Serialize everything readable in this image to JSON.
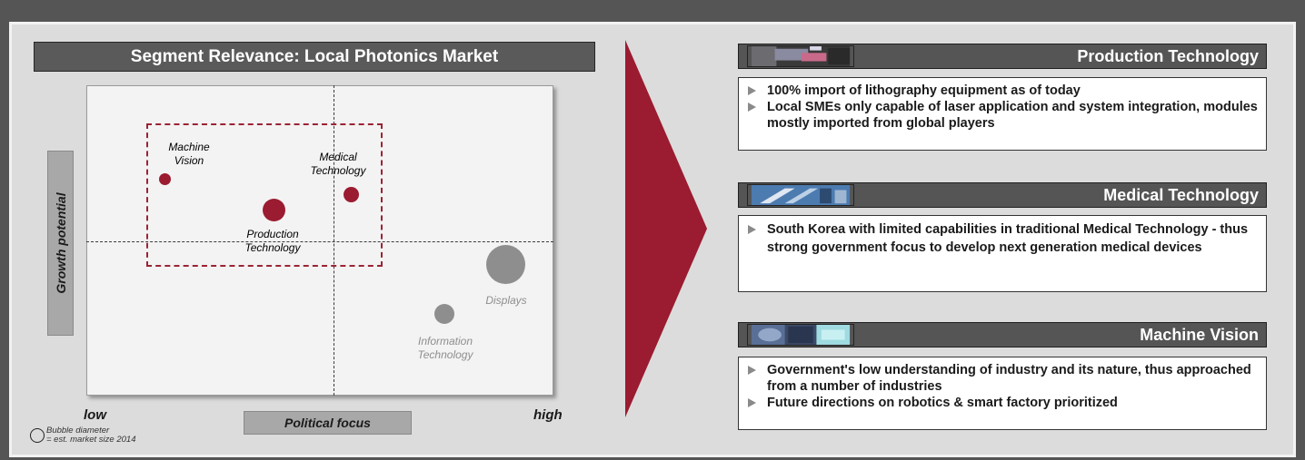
{
  "left_panel": {
    "title": "Segment Relevance: Local Photonics Market",
    "y_axis_label": "Growth potential",
    "x_axis_label": "Political focus",
    "x_low": "low",
    "x_high": "high",
    "legend": {
      "line1": "Bubble diameter",
      "line2": "= est. market size 2014"
    },
    "bubbles": [
      {
        "line1": "Machine",
        "line2": "Vision",
        "color": "#9b1b30"
      },
      {
        "line1": "Medical",
        "line2": "Technology",
        "color": "#9b1b30"
      },
      {
        "line1": "Production",
        "line2": "Technology",
        "color": "#9b1b30"
      },
      {
        "line1": "Displays",
        "line2": "",
        "color": "#8e8e8e"
      },
      {
        "line1": "Information",
        "line2": "Technology",
        "color": "#8e8e8e"
      }
    ]
  },
  "sections": [
    {
      "title": "Production Technology",
      "bullets": [
        "100% import of lithography equipment as of today",
        "Local SMEs only capable of laser application and system integration, modules mostly imported from global players"
      ]
    },
    {
      "title": "Medical Technology",
      "bullets": [
        "South Korea with limited capabilities in traditional Medical Technology -  thus strong government focus to develop next generation medical devices"
      ]
    },
    {
      "title": "Machine Vision",
      "bullets": [
        "Government's low understanding of industry and its nature, thus approached from a number of industries",
        "Future directions on robotics & smart factory prioritized"
      ]
    }
  ],
  "colors": {
    "accent": "#9b1b30",
    "bar": "#555555",
    "muted_bubble": "#8e8e8e"
  }
}
